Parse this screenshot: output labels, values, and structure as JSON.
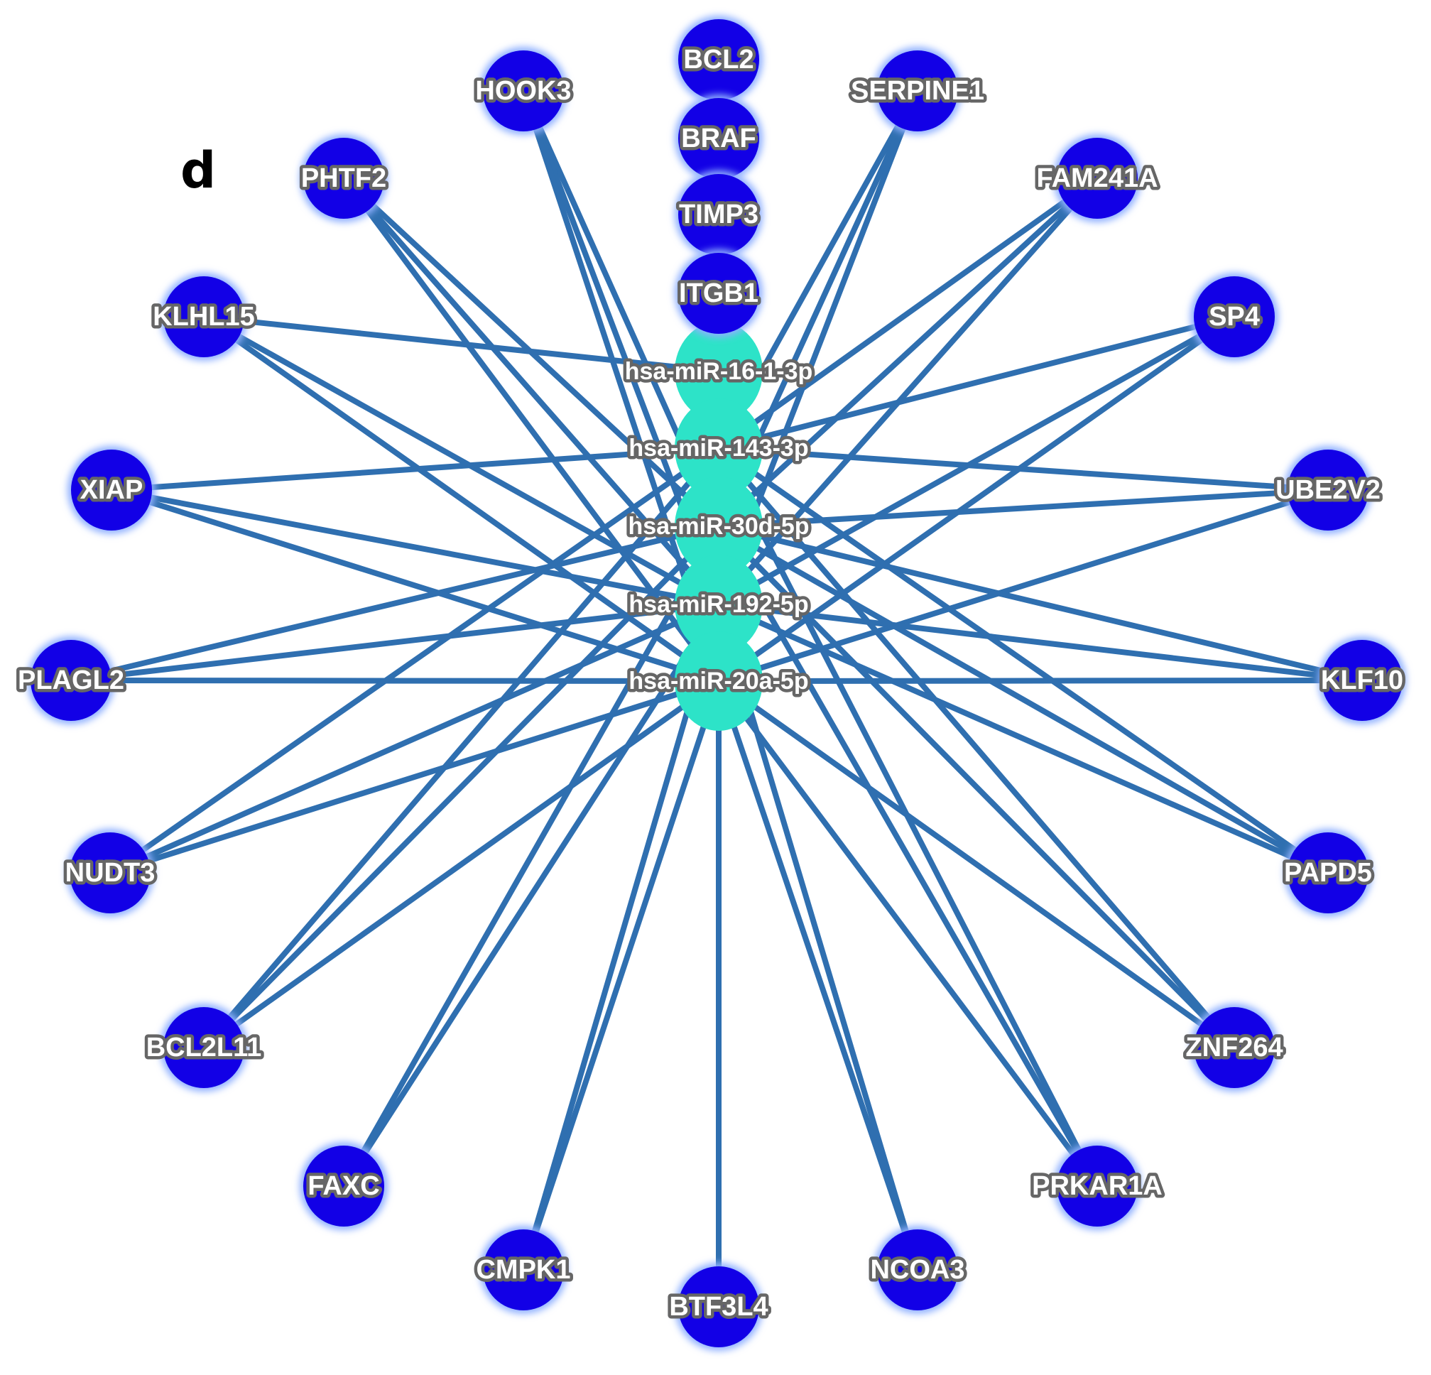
{
  "panel_letter": "d",
  "colors": {
    "edge": "#2f6fb0",
    "gene_node": "#1200e6",
    "gene_node_glow": "#8fb0ff",
    "mirna_node": "#2de3c8",
    "label_fill": "#ffffff",
    "label_stroke": "#666666"
  },
  "mirnas": [
    {
      "id": "m1",
      "label": "hsa-miR-16-1-3p"
    },
    {
      "id": "m2",
      "label": "hsa-miR-143-3p"
    },
    {
      "id": "m3",
      "label": "hsa-miR-30d-5p"
    },
    {
      "id": "m4",
      "label": "hsa-miR-192-5p"
    },
    {
      "id": "m5",
      "label": "hsa-miR-20a-5p"
    }
  ],
  "genes": [
    {
      "id": "BCL2",
      "label": "BCL2"
    },
    {
      "id": "BRAF",
      "label": "BRAF"
    },
    {
      "id": "TIMP3",
      "label": "TIMP3"
    },
    {
      "id": "ITGB1",
      "label": "ITGB1"
    },
    {
      "id": "HOOK3",
      "label": "HOOK3"
    },
    {
      "id": "SERPINE1",
      "label": "SERPINE1"
    },
    {
      "id": "PHTF2",
      "label": "PHTF2"
    },
    {
      "id": "FAM241A",
      "label": "FAM241A"
    },
    {
      "id": "KLHL15",
      "label": "KLHL15"
    },
    {
      "id": "SP4",
      "label": "SP4"
    },
    {
      "id": "XIAP",
      "label": "XIAP"
    },
    {
      "id": "UBE2V2",
      "label": "UBE2V2"
    },
    {
      "id": "PLAGL2",
      "label": "PLAGL2"
    },
    {
      "id": "KLF10",
      "label": "KLF10"
    },
    {
      "id": "NUDT3",
      "label": "NUDT3"
    },
    {
      "id": "PAPD5",
      "label": "PAPD5"
    },
    {
      "id": "BCL2L11",
      "label": "BCL2L11"
    },
    {
      "id": "ZNF264",
      "label": "ZNF264"
    },
    {
      "id": "FAXC",
      "label": "FAXC"
    },
    {
      "id": "PRKAR1A",
      "label": "PRKAR1A"
    },
    {
      "id": "CMPK1",
      "label": "CMPK1"
    },
    {
      "id": "NCOA3",
      "label": "NCOA3"
    },
    {
      "id": "BTF3L4",
      "label": "BTF3L4"
    }
  ],
  "edges": [
    [
      "BCL2",
      "m1"
    ],
    [
      "BRAF",
      "m1"
    ],
    [
      "TIMP3",
      "m1"
    ],
    [
      "ITGB1",
      "m1"
    ],
    [
      "HOOK3",
      "m3"
    ],
    [
      "HOOK3",
      "m4"
    ],
    [
      "HOOK3",
      "m5"
    ],
    [
      "SERPINE1",
      "m2"
    ],
    [
      "SERPINE1",
      "m3"
    ],
    [
      "SERPINE1",
      "m4"
    ],
    [
      "PHTF2",
      "m3"
    ],
    [
      "PHTF2",
      "m4"
    ],
    [
      "PHTF2",
      "m5"
    ],
    [
      "FAM241A",
      "m2"
    ],
    [
      "FAM241A",
      "m3"
    ],
    [
      "FAM241A",
      "m4"
    ],
    [
      "KLHL15",
      "m1"
    ],
    [
      "KLHL15",
      "m4"
    ],
    [
      "KLHL15",
      "m5"
    ],
    [
      "SP4",
      "m2"
    ],
    [
      "SP4",
      "m4"
    ],
    [
      "SP4",
      "m5"
    ],
    [
      "XIAP",
      "m2"
    ],
    [
      "XIAP",
      "m4"
    ],
    [
      "XIAP",
      "m5"
    ],
    [
      "UBE2V2",
      "m2"
    ],
    [
      "UBE2V2",
      "m3"
    ],
    [
      "UBE2V2",
      "m5"
    ],
    [
      "PLAGL2",
      "m3"
    ],
    [
      "PLAGL2",
      "m4"
    ],
    [
      "PLAGL2",
      "m5"
    ],
    [
      "KLF10",
      "m3"
    ],
    [
      "KLF10",
      "m4"
    ],
    [
      "KLF10",
      "m5"
    ],
    [
      "NUDT3",
      "m2"
    ],
    [
      "NUDT3",
      "m4"
    ],
    [
      "NUDT3",
      "m5"
    ],
    [
      "PAPD5",
      "m2"
    ],
    [
      "PAPD5",
      "m3"
    ],
    [
      "PAPD5",
      "m4"
    ],
    [
      "BCL2L11",
      "m2"
    ],
    [
      "BCL2L11",
      "m3"
    ],
    [
      "BCL2L11",
      "m5"
    ],
    [
      "ZNF264",
      "m2"
    ],
    [
      "ZNF264",
      "m3"
    ],
    [
      "ZNF264",
      "m5"
    ],
    [
      "FAXC",
      "m3"
    ],
    [
      "FAXC",
      "m4"
    ],
    [
      "PRKAR1A",
      "m2"
    ],
    [
      "PRKAR1A",
      "m3"
    ],
    [
      "PRKAR1A",
      "m5"
    ],
    [
      "CMPK1",
      "m4"
    ],
    [
      "CMPK1",
      "m5"
    ],
    [
      "NCOA3",
      "m4"
    ],
    [
      "NCOA3",
      "m5"
    ],
    [
      "BTF3L4",
      "m4"
    ],
    [
      "BTF3L4",
      "m5"
    ]
  ]
}
